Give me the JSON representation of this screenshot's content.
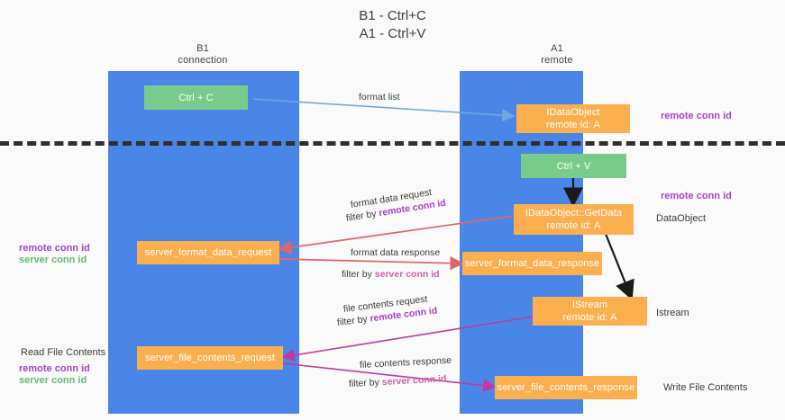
{
  "title": {
    "line1": "B1 - Ctrl+C",
    "line2": "A1 - Ctrl+V"
  },
  "columns": [
    {
      "name": "B1",
      "sub": "connection"
    },
    {
      "name": "A1",
      "sub": "remote"
    }
  ],
  "colors": {
    "lane": "#4a86e8",
    "green_box": "#79cb8c",
    "orange_box": "#fbaf4e",
    "remote_conn_id": "#a442c8",
    "server_conn_id": "#63ba6e",
    "arrow_blue": "#6fa8dc",
    "arrow_red": "#e06666",
    "arrow_magenta": "#c2389f",
    "arrow_black": "#1a1a1a",
    "divider": "#2f2f2f"
  },
  "boxes": {
    "ctrl_c": "Ctrl + C",
    "ctrl_v": "Ctrl + V",
    "idataobject_l1": "IDataObject",
    "idataobject_l2": "remote id: A",
    "getdata_l1": "IDataObject::GetData",
    "getdata_l2": "remote id: A",
    "istream_l1": "IStream",
    "istream_l2": "remote id: A",
    "server_format_data_request": "server_format_data_request",
    "server_format_data_response": "server_format_data_response",
    "server_file_contents_request": "server_file_contents_request",
    "server_file_contents_response": "server_file_contents_response"
  },
  "right_labels": {
    "remote_conn_id_top": "remote conn id",
    "remote_conn_id_mid": "remote conn id",
    "dataobject": "DataObject",
    "istream": "Istream",
    "write_file_contents": "Write File Contents"
  },
  "left_labels": {
    "remote_conn_id_1": "remote conn id",
    "server_conn_id_1": "server conn id",
    "read_file_contents": "Read File Contents",
    "remote_conn_id_2": "remote conn id",
    "server_conn_id_2": "server conn id"
  },
  "edges": {
    "format_list": "format list",
    "format_data_request": "format data request",
    "format_data_request_filter_prefix": "filter by ",
    "format_data_request_filter_key": "remote conn id",
    "format_data_response": "format data response",
    "format_data_response_filter_prefix": "filter by ",
    "format_data_response_filter_key": "server conn id",
    "file_contents_request": "file contents request",
    "file_contents_request_filter_prefix": "filter by ",
    "file_contents_request_filter_key": "remote conn id",
    "file_contents_response": "file contents response",
    "file_contents_response_filter_prefix": "filter by ",
    "file_contents_response_filter_key": "server conn id"
  }
}
